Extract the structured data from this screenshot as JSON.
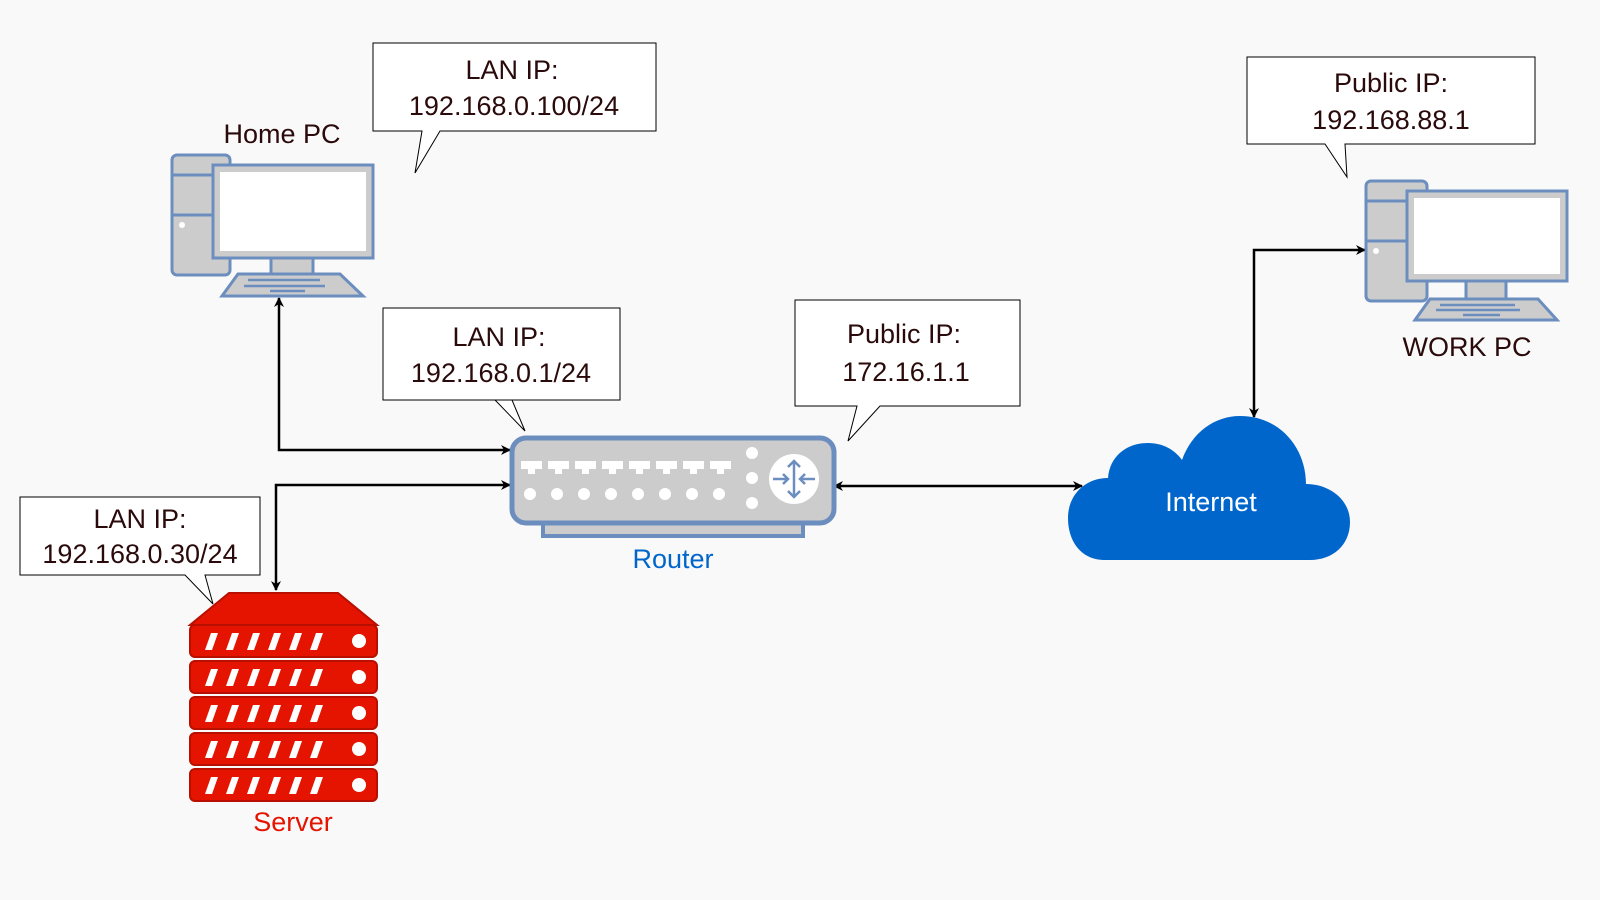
{
  "title": "Network diagram",
  "colors": {
    "device_stroke": "#6c8ebf",
    "device_fill": "#cccccc",
    "server_red": "#e51400",
    "cloud_blue": "#0066cc",
    "router_label": "#0066cc",
    "server_label": "#e51400",
    "text_dark": "#2a0a0a"
  },
  "nodes": {
    "home_pc": {
      "label": "Home PC",
      "icon": "desktop-computer-icon"
    },
    "work_pc": {
      "label": "WORK PC",
      "icon": "desktop-computer-icon"
    },
    "router": {
      "label": "Router",
      "icon": "router-icon"
    },
    "server": {
      "label": "Server",
      "icon": "server-rack-icon"
    },
    "internet": {
      "label": "Internet",
      "icon": "cloud-icon"
    }
  },
  "callouts": {
    "home_pc": {
      "line1": "LAN IP:",
      "line2": "192.168.0.100/24"
    },
    "router_lan": {
      "line1": "LAN IP:",
      "line2": "192.168.0.1/24"
    },
    "router_public": {
      "line1": "Public IP:",
      "line2": "172.16.1.1"
    },
    "work_pc": {
      "line1": "Public IP:",
      "line2": "192.168.88.1"
    },
    "server": {
      "line1": "LAN IP:",
      "line2": "192.168.0.30/24"
    }
  },
  "connections": [
    {
      "from": "home_pc",
      "to": "router",
      "bidirectional": true
    },
    {
      "from": "server",
      "to": "router",
      "bidirectional": true
    },
    {
      "from": "router",
      "to": "internet",
      "bidirectional": true
    },
    {
      "from": "internet",
      "to": "work_pc",
      "bidirectional": true
    }
  ]
}
